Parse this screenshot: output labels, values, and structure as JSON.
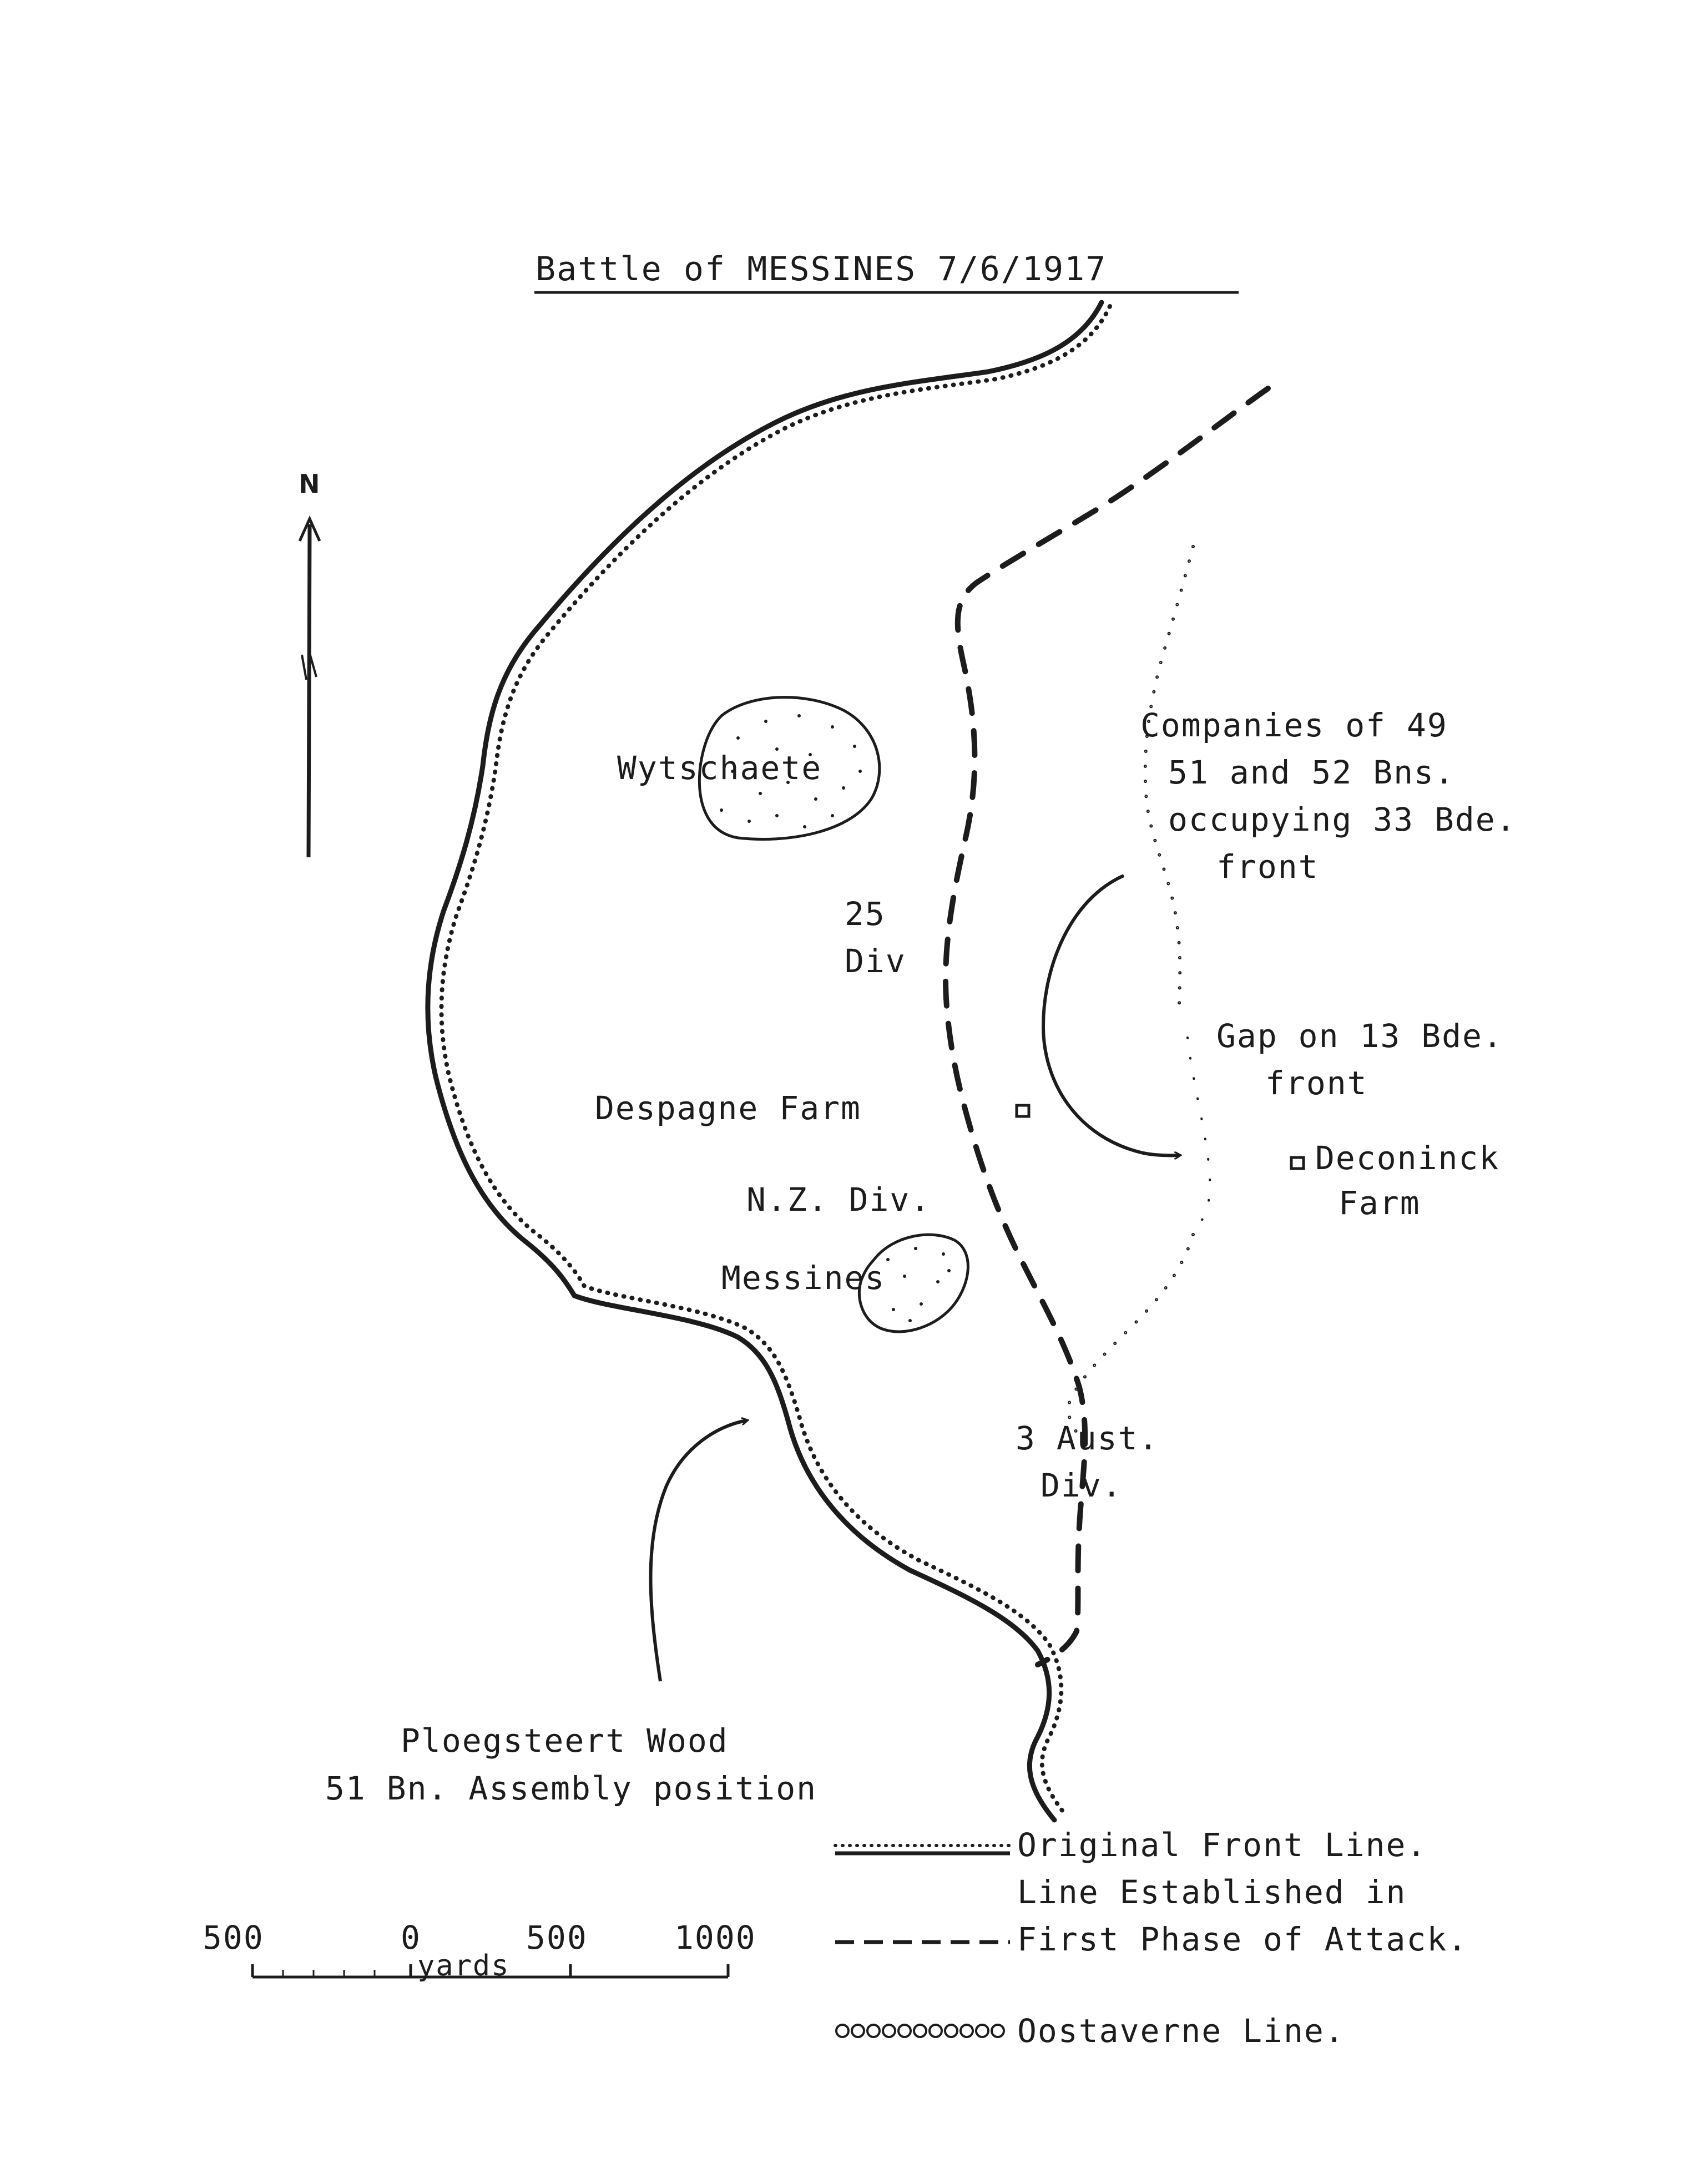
{
  "title": "Battle of MESSINES  7/6/1917",
  "north_label": "N",
  "place_labels": {
    "wytschaete": "Wytschaete",
    "messines": "Messines",
    "despagne_farm": "Despagne Farm",
    "deconinck_farm_line1": "Deconinck",
    "deconinck_farm_line2": "Farm",
    "ploegsteert_line1": "Ploegsteert Wood",
    "ploegsteert_line2": "51 Bn. Assembly position"
  },
  "unit_labels": {
    "div25_line1": "25",
    "div25_line2": "Div",
    "nz_div": "N.Z. Div.",
    "aust3_line1": "3 Aust.",
    "aust3_line2": "Div."
  },
  "annotations": {
    "companies_line1": "Companies of 49",
    "companies_line2": "51 and 52 Bns.",
    "companies_line3": "occupying 33 Bde.",
    "companies_line4": "front",
    "gap_line1": "Gap on 13 Bde.",
    "gap_line2": "front"
  },
  "legend": {
    "original_front_line": "Original Front Line.",
    "first_phase_line1": "Line Established in",
    "first_phase_line2": "First Phase of Attack.",
    "oostaverne": "Oostaverne Line."
  },
  "scale": {
    "ticks": [
      "500",
      "0",
      "500",
      "1000"
    ],
    "unit": "yards"
  },
  "colors": {
    "ink": "#1c1c1c",
    "paper": "#ffffff"
  }
}
